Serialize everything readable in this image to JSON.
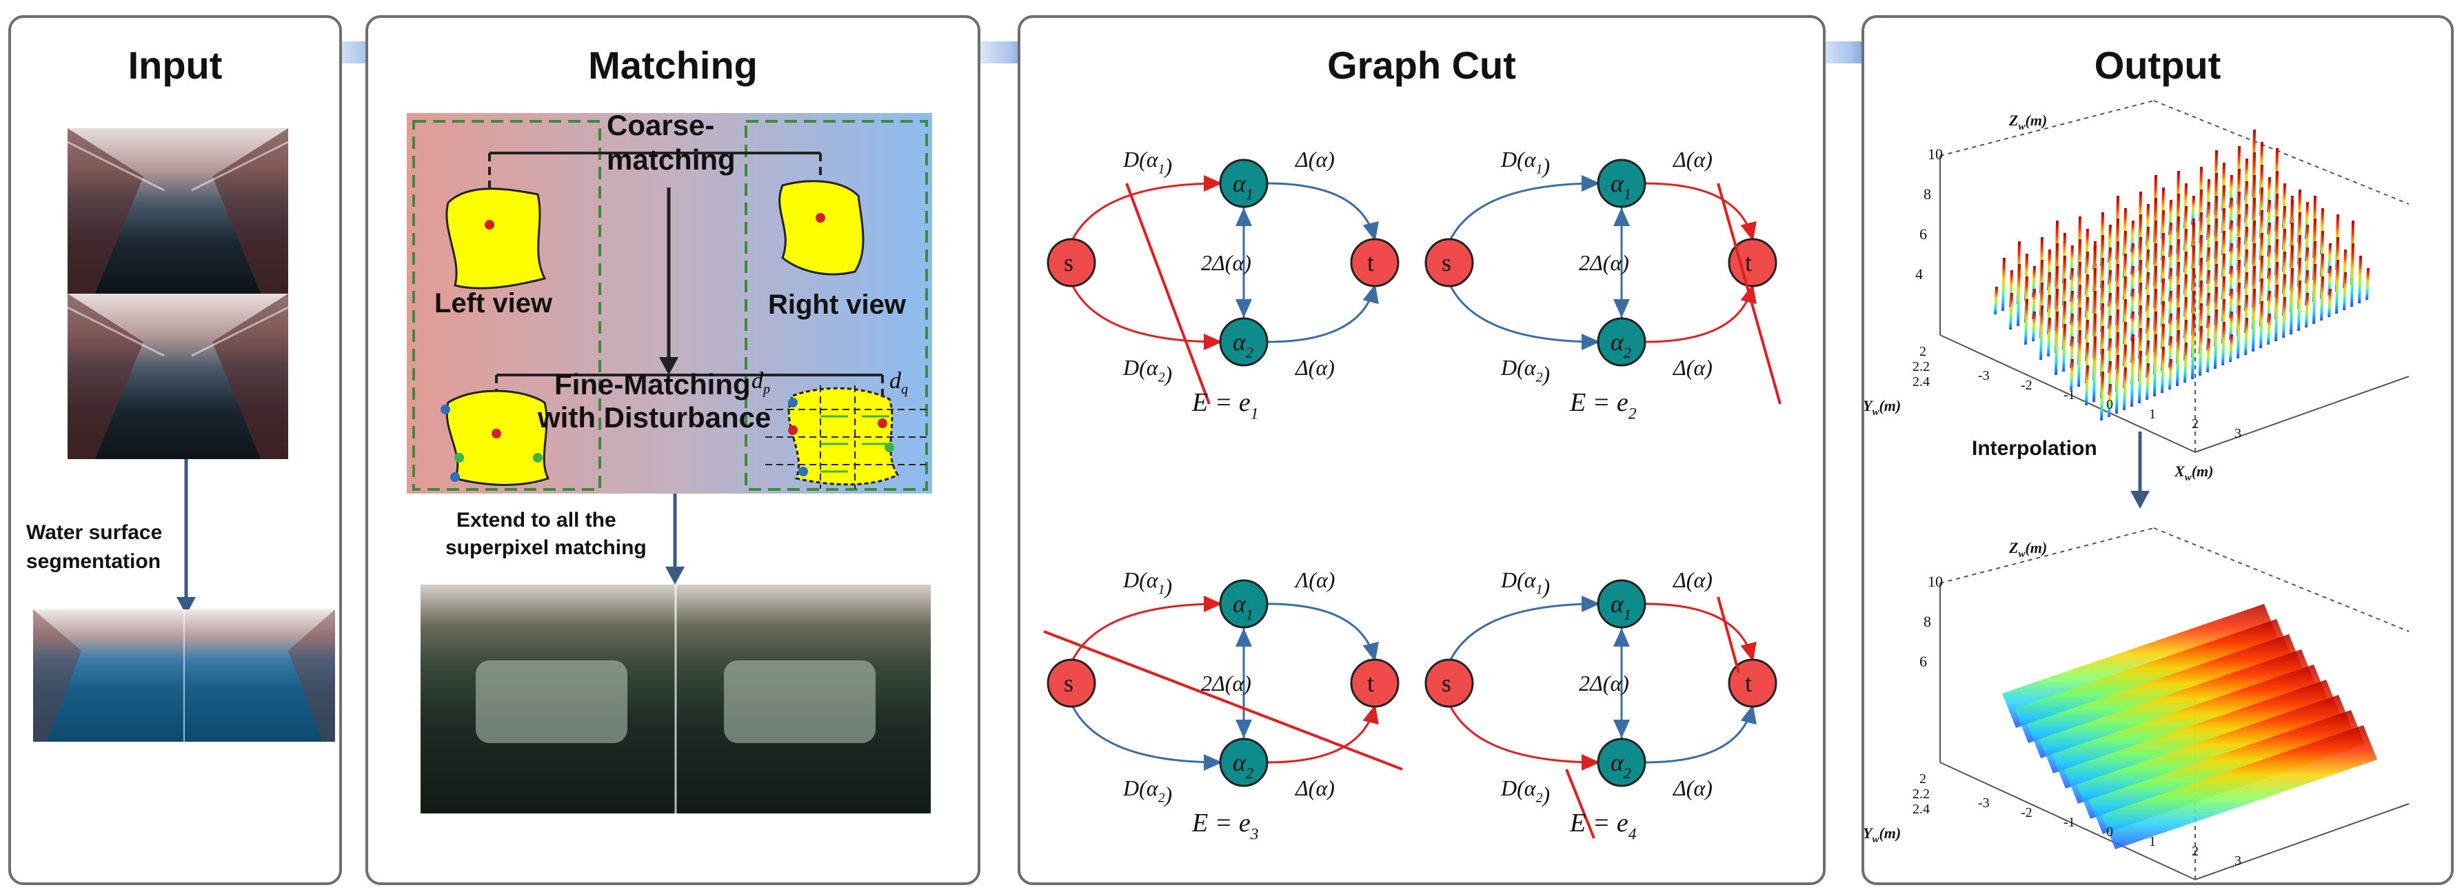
{
  "panels": {
    "input": {
      "title": "Input"
    },
    "matching": {
      "title": "Matching"
    },
    "graph_cut": {
      "title": "Graph Cut"
    },
    "output": {
      "title": "Output"
    }
  },
  "input": {
    "step_label_line1": "Water surface",
    "step_label_line2": "segmentation"
  },
  "matching": {
    "coarse_line1": "Coarse-",
    "coarse_line2": "matching",
    "left_view": "Left view",
    "right_view": "Right view",
    "fine_line1": "Fine-Matching",
    "fine_line2": "with Disturbance",
    "dp": "d",
    "dp_sub": "p",
    "dq": "d",
    "dq_sub": "q",
    "extend_line1": "Extend to all the",
    "extend_line2": "superpixel matching"
  },
  "graph_cut": {
    "nodes": {
      "source": "s",
      "sink": "t",
      "a1": "α",
      "a1_sub": "1",
      "a2": "α",
      "a2_sub": "2"
    },
    "edges": {
      "d_a1": "D(α",
      "d_a1_sub": "1",
      "d_a2": "D(α",
      "d_a2_sub": "2",
      "delta": "Δ(α)",
      "two_delta": "2Δ(α)",
      "lambda": "Λ(α)",
      "close": ")"
    },
    "cuts": [
      {
        "label": "E = e",
        "sub": "1"
      },
      {
        "label": "E = e",
        "sub": "2"
      },
      {
        "label": "E = e",
        "sub": "3"
      },
      {
        "label": "E = e",
        "sub": "4"
      }
    ]
  },
  "output": {
    "interpolation": "Interpolation",
    "z_axis": "Z",
    "z_sub": "w",
    "z_unit": "(m)",
    "y_axis": "Y",
    "y_sub": "w",
    "y_unit": "(m)",
    "x_axis": "X",
    "x_sub": "w",
    "x_unit": "(m)",
    "z_ticks": [
      "10",
      "8",
      "6",
      "4"
    ],
    "z_ticks_bottom": [
      "10",
      "8",
      "6"
    ],
    "y_ticks": [
      "2",
      "2.2",
      "2.4"
    ],
    "x_ticks": [
      "-3",
      "-2",
      "-1",
      "0",
      "1",
      "2",
      "3"
    ]
  },
  "colors": {
    "node_red": "#ef4b4b",
    "node_teal": "#0e8b8b",
    "edge_blue": "#3a6ea5",
    "edge_red": "#e02020",
    "arrow_blue": "#2f64b4",
    "dashed_green": "#3c8a3c",
    "blob_yellow": "#ffff00"
  }
}
